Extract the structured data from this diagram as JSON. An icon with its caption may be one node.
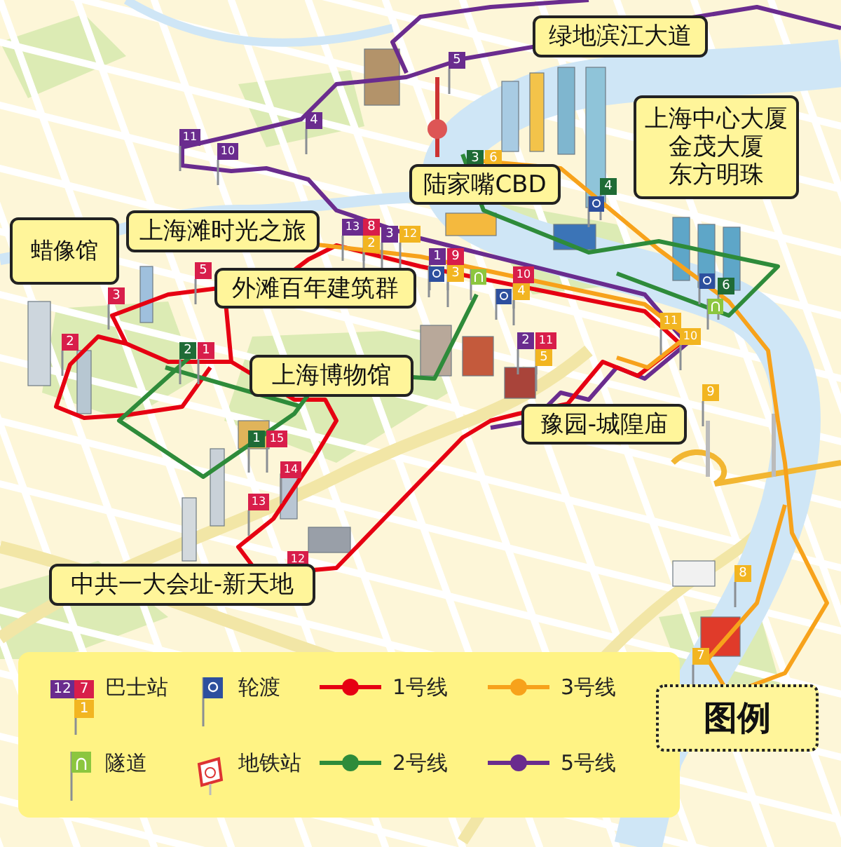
{
  "diagram": {
    "nodes": [
      {
        "text": [
          "绿地滨江大道"
        ]
      },
      {
        "text": [
          "上海中心大厦",
          "金茂大厦",
          "东方明珠"
        ]
      },
      {
        "text": [
          "陆家嘴CBD"
        ]
      },
      {
        "text": [
          "上海滩时光之旅"
        ]
      },
      {
        "text": [
          "蜡像馆"
        ]
      },
      {
        "text": [
          "外滩百年建筑群"
        ]
      },
      {
        "text": [
          "上海博物馆"
        ]
      },
      {
        "text": [
          "豫园-城隍庙"
        ]
      },
      {
        "text": [
          "中共一大会址-新天地"
        ]
      },
      {
        "text": [
          "图例"
        ]
      }
    ],
    "labels": [
      "5",
      "4",
      "11",
      "10",
      "3",
      "6",
      "4",
      "13",
      "8",
      "3",
      "12",
      "2",
      "1",
      "9",
      "10",
      "3",
      "5",
      "4",
      "3",
      "6",
      "11",
      "10",
      "2",
      "11",
      "5",
      "2",
      "2",
      "1",
      "9",
      "1",
      "15",
      "14",
      "13",
      "12",
      "8",
      "7",
      "12",
      "7",
      "1"
    ],
    "legend": [
      {
        "text": "巴士站"
      },
      {
        "text": "轮渡"
      },
      {
        "text": "1号线",
        "color": "#e60012"
      },
      {
        "text": "3号线",
        "color": "#f7a21b"
      },
      {
        "text": "隧道"
      },
      {
        "text": "地铁站"
      },
      {
        "text": "2号线",
        "color": "#2e8b3a"
      },
      {
        "text": "5号线",
        "color": "#6a2c8e"
      }
    ]
  }
}
